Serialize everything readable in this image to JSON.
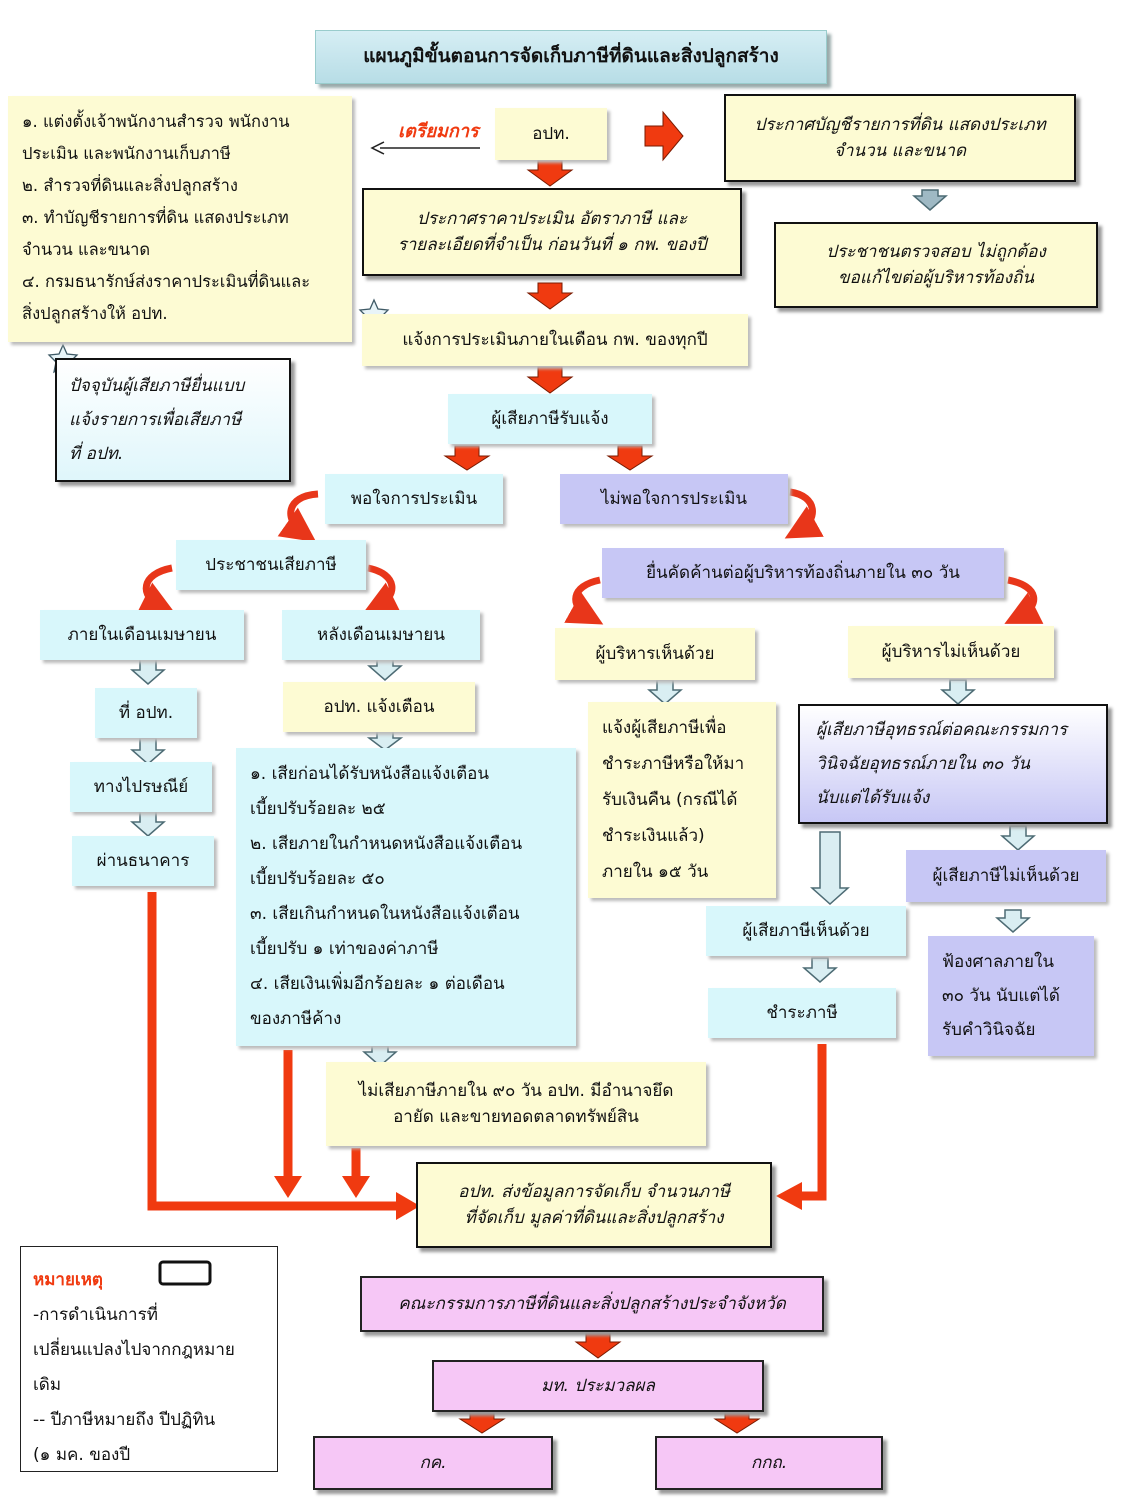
{
  "title": "แผนภูมิขั้นตอนการจัดเก็บภาษีที่ดินและสิ่งปลูกสร้าง",
  "prep_label": "เตรียมการ",
  "opt_top": "อปท.",
  "prep_list": [
    "๑. แต่งตั้งเจ้าพนักงานสำรวจ พนักงาน",
    "ประเมิน และพนักงานเก็บภาษี",
    "๒. สำรวจที่ดินและสิ่งปลูกสร้าง",
    "๓. ทำบัญชีรายการที่ดิน แสดงประเภท",
    "จำนวน และขนาด",
    "๔. กรมธนารักษ์ส่งราคาประเมินที่ดินและ",
    "สิ่งปลูกสร้างให้ อปท."
  ],
  "announce_list": [
    "ประกาศบัญชีรายการที่ดิน แสดงประเภท",
    "จำนวน และขนาด"
  ],
  "public_check": [
    "ประชาชนตรวจสอบ ไม่ถูกต้อง",
    "ขอแก้ไขต่อผู้บริหารท้องถิ่น"
  ],
  "announce_price": [
    "ประกาศราคาประเมิน อัตราภาษี และ",
    "รายละเอียดที่จำเป็น ก่อนวันที่ ๑ กพ. ของปี"
  ],
  "notify_assess": "แจ้งการประเมินภายในเดือน กพ. ของทุกปี",
  "note_current": [
    "ปัจจุบันผู้เสียภาษียื่นแบบ",
    "แจ้งรายการเพื่อเสียภาษี",
    "ที่ อปท."
  ],
  "taxpayer_notified": "ผู้เสียภาษีรับแจ้ง",
  "satisfied": "พอใจการประเมิน",
  "not_satisfied": "ไม่พอใจการประเมิน",
  "public_pay": "ประชาชนเสียภาษี",
  "within_april": "ภายในเดือนเมษายน",
  "after_april": "หลังเดือนเมษายน",
  "at_opt": "ที่ อปท.",
  "by_post": "ทางไปรษณีย์",
  "via_bank": "ผ่านธนาคาร",
  "opt_warn": "อปท. แจ้งเตือน",
  "penalty_list": [
    "๑. เสียก่อนได้รับหนังสือแจ้งเตือน",
    "เบี้ยปรับร้อยละ ๒๕",
    "๒. เสียภายในกำหนดหนังสือแจ้งเตือน",
    "เบี้ยปรับร้อยละ ๕๐",
    "๓. เสียเกินกำหนดในหนังสือแจ้งเตือน",
    "เบี้ยปรับ ๑ เท่าของค่าภาษี",
    "๔. เสียเงินเพิ่มอีกร้อยละ ๑ ต่อเดือน",
    "ของภาษีค้าง"
  ],
  "seize": [
    "ไม่เสียภาษีภายใน ๙๐ วัน อปท. มีอำนาจยึด",
    "อายัด และขายทอดตลาดทรัพย์สิน"
  ],
  "object": "ยื่นคัดค้านต่อผู้บริหารท้องถิ่นภายใน ๓๐ วัน",
  "exec_agree": "ผู้บริหารเห็นด้วย",
  "exec_disagree": "ผู้บริหารไม่เห็นด้วย",
  "refund_list": [
    "แจ้งผู้เสียภาษีเพื่อ",
    "ชำระภาษีหรือให้มา",
    "รับเงินคืน (กรณีได้",
    "ชำระเงินแล้ว)",
    "ภายใน ๑๕ วัน"
  ],
  "appeal": [
    "ผู้เสียภาษีอุทธรณ์ต่อคณะกรรมการ",
    "วินิจฉัยอุทธรณ์ภายใน ๓๐ วัน",
    "นับแต่ได้รับแจ้ง"
  ],
  "tp_disagree": "ผู้เสียภาษีไม่เห็นด้วย",
  "tp_agree": "ผู้เสียภาษีเห็นด้วย",
  "sue": [
    "ฟ้องศาลภายใน",
    "๓๐ วัน นับแต่ได้",
    "รับคำวินิจฉัย"
  ],
  "pay_tax": "ชำระภาษี",
  "opt_send": [
    "อปท. ส่งข้อมูลการจัดเก็บ จำนวนภาษี",
    "ที่จัดเก็บ มูลค่าที่ดินและสิ่งปลูกสร้าง"
  ],
  "committee": "คณะกรรมการภาษีที่ดินและสิ่งปลูกสร้างประจำจังหวัด",
  "moi": "มท. ประมวลผล",
  "kk": "กค.",
  "kkth": "กกถ.",
  "remark": {
    "heading": "หมายเหตุ",
    "lines": [
      "-การดำเนินการที่",
      "เปลี่ยนแปลงไปจากกฎหมาย",
      "เดิม",
      "-- ปีภาษีหมายถึง ปีปฏิทิน",
      "(๑ มค. ของปี"
    ]
  },
  "colors": {
    "arrow_red": "#f03a10",
    "title_bg": "#c6e6ee",
    "yellow": "#fdfbd3",
    "cyan": "#d8f7fb",
    "lavender": "#c7c7f5",
    "pink": "#f6c7f6"
  }
}
